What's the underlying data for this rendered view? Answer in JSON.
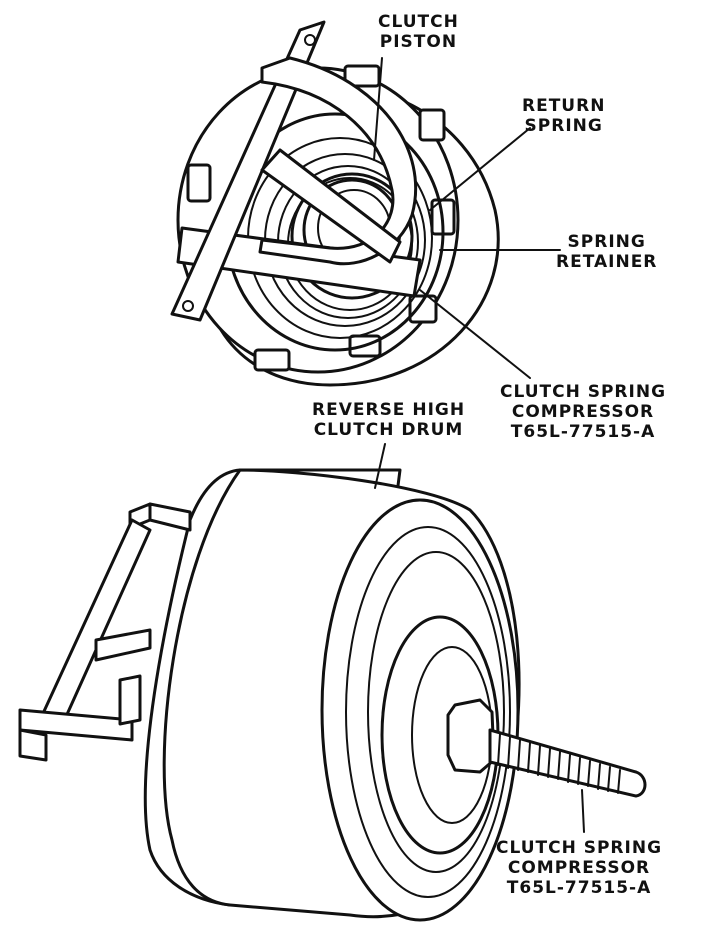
{
  "labels": {
    "clutch_piston": [
      "CLUTCH",
      "PISTON"
    ],
    "return_spring": [
      "RETURN",
      "SPRING"
    ],
    "spring_retainer": [
      "SPRING",
      "RETAINER"
    ],
    "compressor_top": [
      "CLUTCH SPRING",
      "COMPRESSOR",
      "T65L-77515-A"
    ],
    "reverse_high_drum": [
      "REVERSE HIGH",
      "CLUTCH DRUM"
    ],
    "compressor_bottom": [
      "CLUTCH SPRING",
      "COMPRESSOR",
      "T65L-77515-A"
    ]
  },
  "colors": {
    "ink": "#111111",
    "paper": "#ffffff"
  }
}
